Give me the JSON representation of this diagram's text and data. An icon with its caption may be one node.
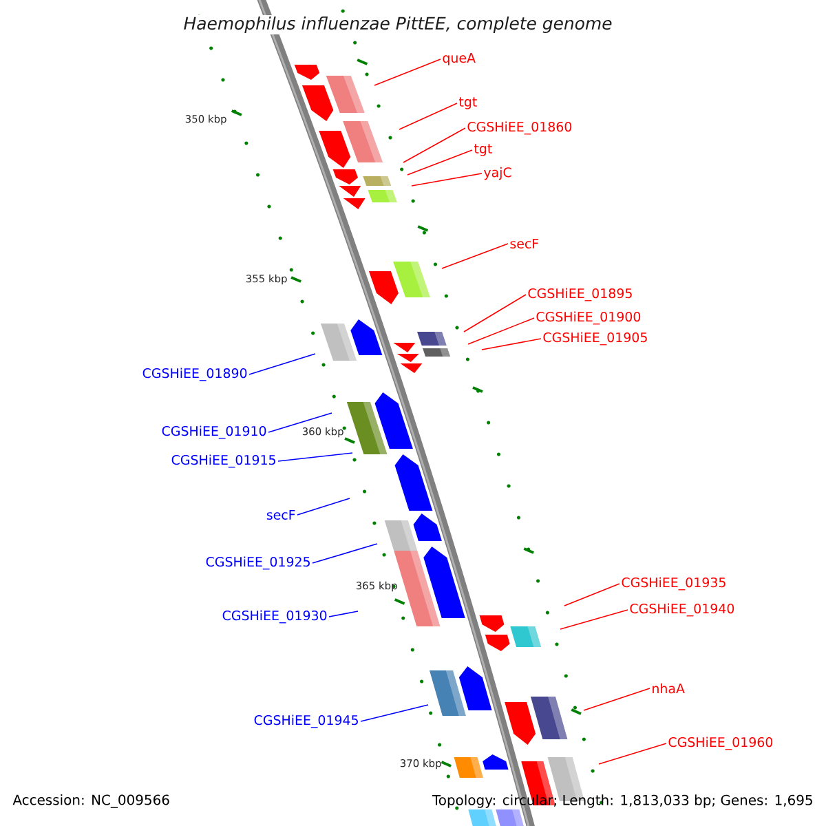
{
  "diagram": {
    "title": "*Haemophilus influenzae* PittEE, complete genome",
    "nodes": [
      {
        "text": [
          "queA"
        ]
      },
      {
        "text": [
          "tgt"
        ]
      },
      {
        "text": [
          "CGSHiEE_01860"
        ]
      },
      {
        "text": [
          "tgt"
        ]
      },
      {
        "text": [
          "yajC"
        ]
      },
      {
        "text": [
          "secF"
        ]
      },
      {
        "text": [
          "CGSHiEE_01895"
        ]
      },
      {
        "text": [
          "CGSHiEE_01900"
        ]
      },
      {
        "text": [
          "CGSHiEE_01905"
        ]
      },
      {
        "text": [
          "CGSHiEE_01890"
        ]
      },
      {
        "text": [
          "CGSHiEE_01910"
        ]
      },
      {
        "text": [
          "CGSHiEE_01915"
        ]
      },
      {
        "text": [
          "secF"
        ]
      },
      {
        "text": [
          "CGSHiEE_01925"
        ]
      },
      {
        "text": [
          "CGSHiEE_01930"
        ]
      },
      {
        "text": [
          "CGSHiEE_01935"
        ]
      },
      {
        "text": [
          "CGSHiEE_01940"
        ]
      },
      {
        "text": [
          "CGSHiEE_01945"
        ]
      },
      {
        "text": [
          "nhaA"
        ]
      },
      {
        "text": [
          "CGSHiEE_01960"
        ]
      }
    ],
    "edges": [
      {
        "from": 0,
        "to": null,
        "arrow": "none"
      },
      {
        "from": 1,
        "to": null,
        "arrow": "none"
      },
      {
        "from": 2,
        "to": null,
        "arrow": "none"
      },
      {
        "from": 3,
        "to": null,
        "arrow": "none"
      },
      {
        "from": 4,
        "to": null,
        "arrow": "none"
      },
      {
        "from": 5,
        "to": null,
        "arrow": "none"
      },
      {
        "from": 6,
        "to": null,
        "arrow": "none"
      },
      {
        "from": 7,
        "to": null,
        "arrow": "none"
      },
      {
        "from": 8,
        "to": null,
        "arrow": "none"
      },
      {
        "from": 9,
        "to": null,
        "arrow": "none",
        "color": "#0000ff"
      },
      {
        "from": 10,
        "to": null,
        "arrow": "none",
        "color": "#0000ff"
      },
      {
        "from": 11,
        "to": null,
        "arrow": "none",
        "color": "#0000ff"
      },
      {
        "from": 12,
        "to": null,
        "arrow": "none",
        "color": "#0000ff"
      },
      {
        "from": 13,
        "to": null,
        "arrow": "none",
        "color": "#0000ff"
      },
      {
        "from": 14,
        "to": null,
        "arrow": "none",
        "color": "#0000ff"
      },
      {
        "from": 15,
        "to": null,
        "arrow": "none"
      },
      {
        "from": 16,
        "to": null,
        "arrow": "none"
      },
      {
        "from": 17,
        "to": null,
        "arrow": "none",
        "color": "#0000ff"
      },
      {
        "from": 18,
        "to": null,
        "arrow": "none"
      },
      {
        "from": 19,
        "to": null,
        "arrow": "none"
      }
    ],
    "labels": [
      "350 kbp",
      "355 kbp",
      "360 kbp",
      "365 kbp",
      "370 kbp",
      "Accession: NC_009566",
      "Topology: circular; Length: 1,813,033 bp; Genes: 1,695"
    ]
  }
}
